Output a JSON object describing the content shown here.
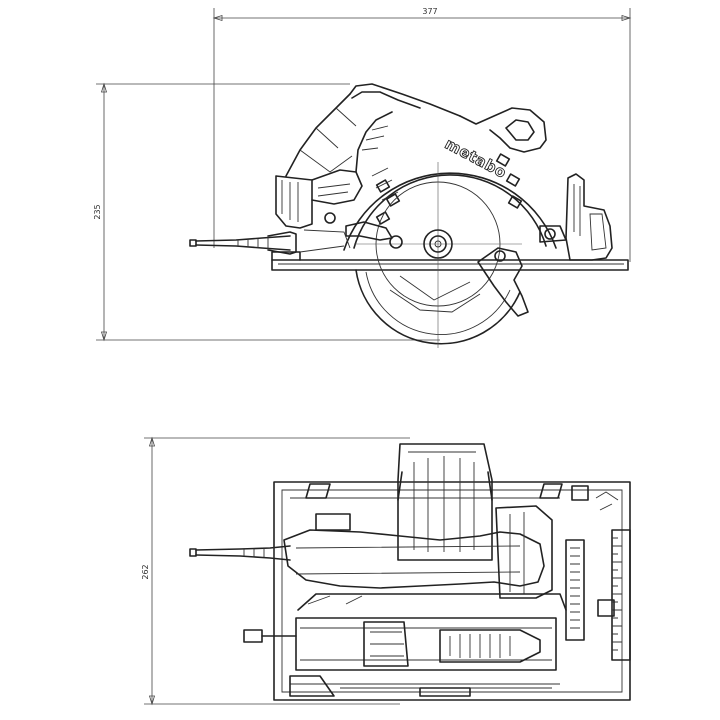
{
  "dimensions": {
    "length": "377",
    "height": "235",
    "width": "262"
  },
  "brand": "metabo",
  "colors": {
    "line": "#222222",
    "background": "#ffffff"
  }
}
